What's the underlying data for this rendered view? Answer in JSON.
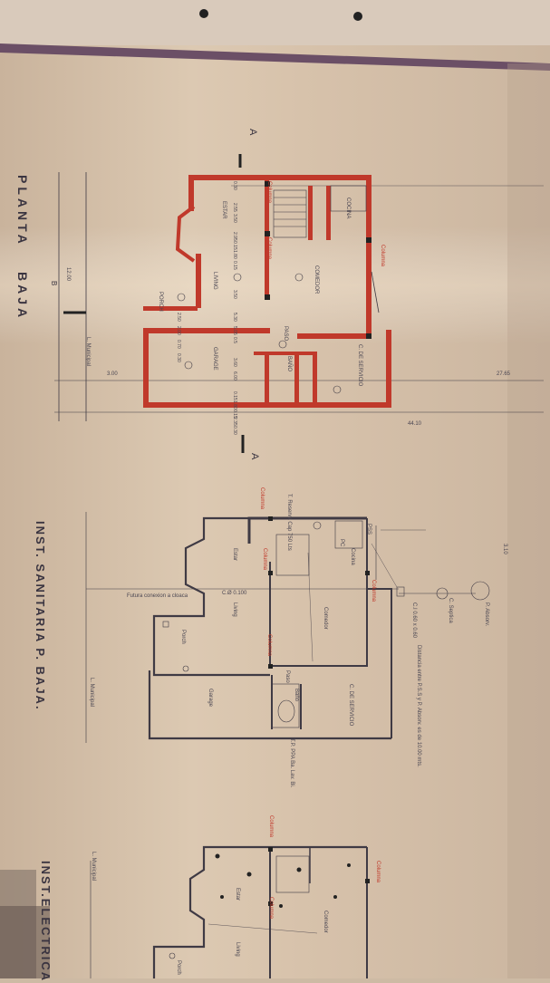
{
  "sheet": {
    "colors": {
      "paper": "#d8c6b0",
      "paper_shadow": "#b9a590",
      "ink": "#3f3a44",
      "wall_red": "#c0392b",
      "band": "#6b4f66"
    }
  },
  "plan_baja": {
    "title_line1": "PLANTA",
    "title_line2": "BAJA",
    "section_marker": "A",
    "section_marker_end": "A",
    "axis_label": "B",
    "dimension_total": "12.00",
    "depth_total": "44.10",
    "side_total": "27.65",
    "setback": "3.00",
    "municipal_line": "L. Municipal",
    "rooms": {
      "kitchen": "COCINA",
      "dining": "COMEDOR",
      "service": "C. DE SERVICIO",
      "stairs": "ESTAR",
      "living": "LIVING",
      "garage": "GARAGE",
      "bath": "BAÑO",
      "porch": "PORCH",
      "hall": "PASO"
    },
    "column_label": "Columna",
    "dims": [
      "0.30",
      "2.55",
      "3.50",
      "2.95",
      "0.15",
      "1.80",
      "0.15",
      "3.50",
      "5.30",
      "5.05",
      "0.5",
      "3.60",
      "6.00",
      "0.15",
      "1.80",
      "0.15",
      "2.35",
      "0.30",
      "2.50",
      "2.00",
      "0.70",
      "0.30"
    ]
  },
  "plan_sanitaria": {
    "title": "INST. SANITARIA  P. BAJA.",
    "rooms": {
      "stairs": "Estar",
      "living": "Living",
      "dining": "Comedor",
      "kitchen": "Cocina",
      "garage": "Garage",
      "service": "C. DE SERVICIO",
      "porch": "Porch",
      "hall": "Paso",
      "bath": "Baño"
    },
    "notes": {
      "future": "Futura conexion a cloaca",
      "tank": "T. Reserva Cap 750 Lts",
      "septic": "C. Septica",
      "well": "P. Absorv.",
      "distance": "Distancia entre P.S.S y P. Absorv. es de 10.00 mts.",
      "pipe": "C.Ø 0.100",
      "ci": "C.I 0.60 x 0.60",
      "tpppa": "T.P. PPA Ba. Lav. Bi."
    },
    "column_label": "Columna",
    "municipal_line": "L. Municipal",
    "dim_310": "3.10",
    "pss": "PSS",
    "pc": "PC"
  },
  "plan_electrica": {
    "title": "INST.ELECTRICA",
    "municipal_line": "L. Municipal",
    "column_label": "Columna",
    "rooms": {
      "stairs": "Estar",
      "living": "Living",
      "dining": "Comedor",
      "porch": "Porch"
    }
  }
}
